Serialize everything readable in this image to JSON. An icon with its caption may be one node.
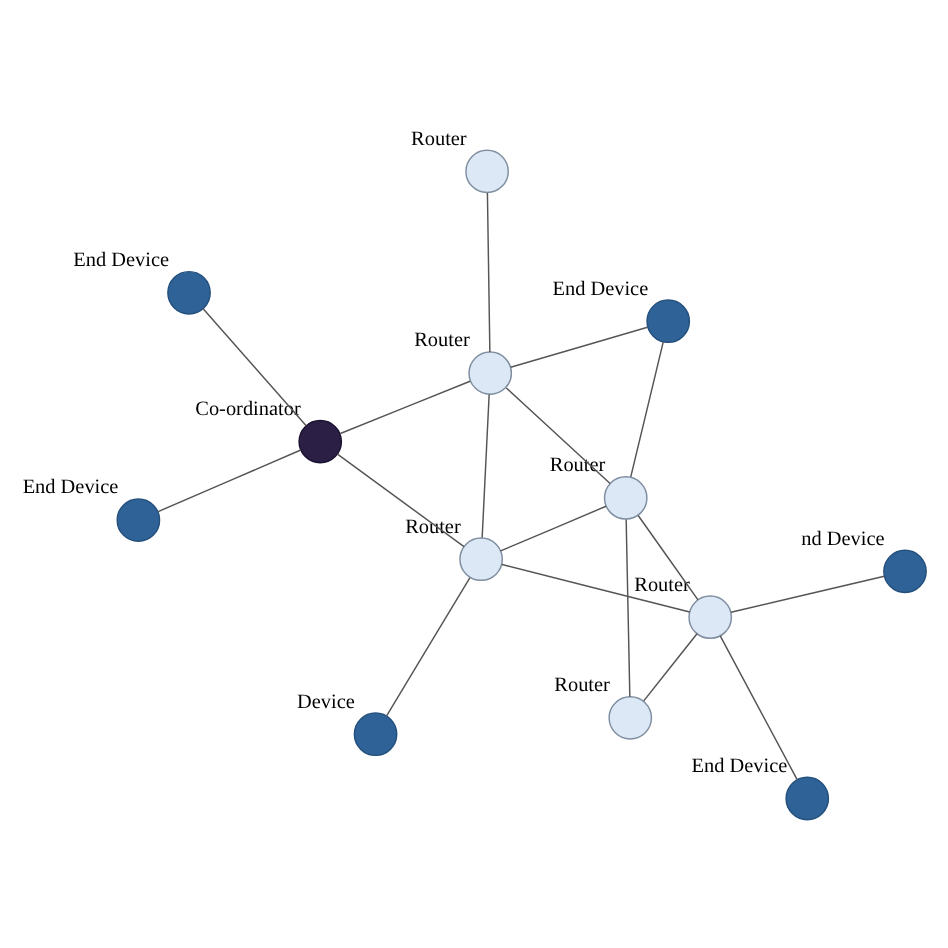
{
  "diagram": {
    "nodes": [
      {
        "text": [
          "Co-ordinator"
        ]
      },
      {
        "text": [
          "End Device"
        ]
      },
      {
        "text": [
          "End Device"
        ]
      },
      {
        "text": [
          "Router"
        ]
      },
      {
        "text": [
          "Router"
        ]
      },
      {
        "text": [
          "Router"
        ]
      },
      {
        "text": [
          "Device"
        ]
      },
      {
        "text": [
          "End Device"
        ]
      },
      {
        "text": [
          "Router"
        ]
      },
      {
        "text": [
          "Router"
        ]
      },
      {
        "text": [
          "Router"
        ]
      },
      {
        "text": [
          "nd Device"
        ]
      },
      {
        "text": [
          "End Device"
        ]
      }
    ],
    "edges": [
      {
        "from": 0,
        "to": 1,
        "arrow": "none"
      },
      {
        "from": 0,
        "to": 2,
        "arrow": "none"
      },
      {
        "from": 0,
        "to": 3,
        "arrow": "none"
      },
      {
        "from": 0,
        "to": 5,
        "arrow": "none"
      },
      {
        "from": 3,
        "to": 4,
        "arrow": "none"
      },
      {
        "from": 3,
        "to": 5,
        "arrow": "none"
      },
      {
        "from": 3,
        "to": 7,
        "arrow": "none"
      },
      {
        "from": 3,
        "to": 8,
        "arrow": "none"
      },
      {
        "from": 5,
        "to": 6,
        "arrow": "none"
      },
      {
        "from": 5,
        "to": 8,
        "arrow": "none"
      },
      {
        "from": 5,
        "to": 9,
        "arrow": "none"
      },
      {
        "from": 8,
        "to": 7,
        "arrow": "none"
      },
      {
        "from": 8,
        "to": 9,
        "arrow": "none"
      },
      {
        "from": 8,
        "to": 10,
        "arrow": "none"
      },
      {
        "from": 9,
        "to": 10,
        "arrow": "none"
      },
      {
        "from": 9,
        "to": 11,
        "arrow": "none"
      },
      {
        "from": 9,
        "to": 12,
        "arrow": "none"
      }
    ]
  }
}
